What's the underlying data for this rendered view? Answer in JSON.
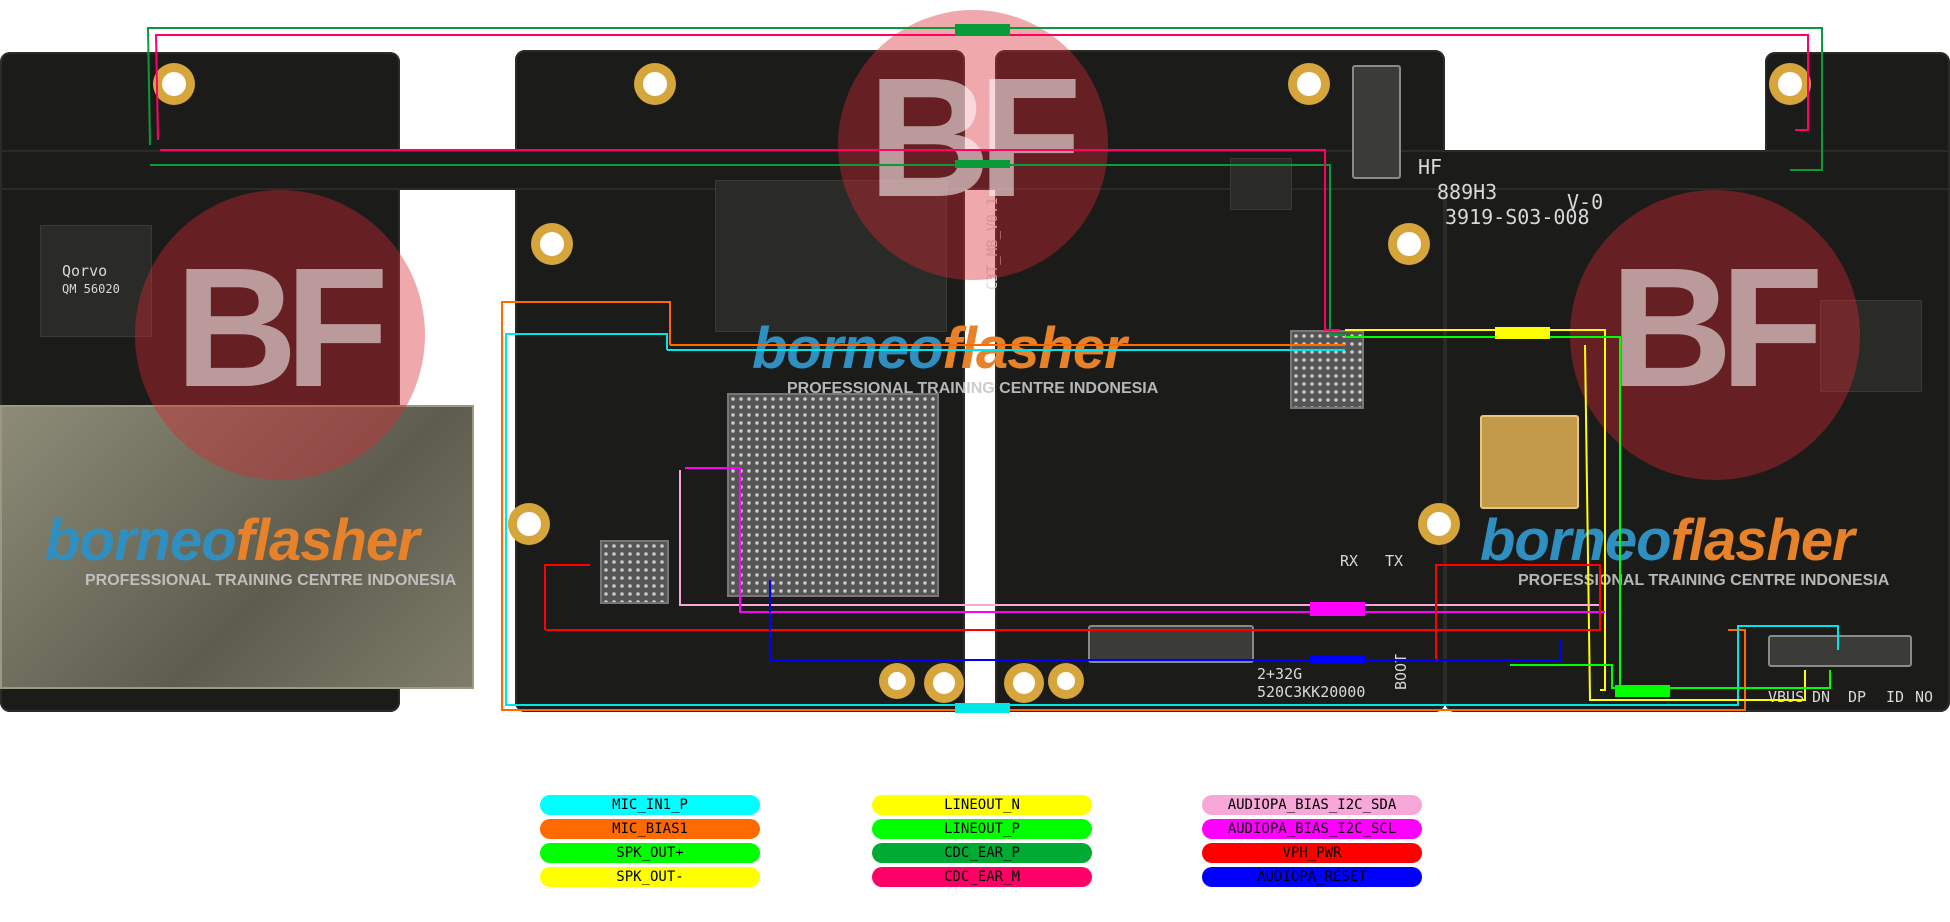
{
  "board": {
    "silkscreen": {
      "hf": "HF",
      "code1": "889H3",
      "code2": "V-0",
      "code3": "3919-S03-008",
      "model": "C3T_MB_V0.1",
      "mem": "2+32G",
      "serial": "520C3KK20000",
      "rx": "RX",
      "tx": "TX",
      "boot": "BOOT",
      "vbus": "VBUS",
      "dn": "DN",
      "dp": "DP",
      "id": "ID",
      "no": "NO",
      "chip_brand": "Qorvo",
      "chip_part": "QM 56020"
    }
  },
  "watermark": {
    "brand_a": "borneo",
    "brand_b": "flasher",
    "tagline": "PROFESSIONAL TRAINING CENTRE INDONESIA",
    "logo_glyph_a": "B",
    "logo_glyph_b": "F"
  },
  "nets": [
    {
      "name": "MIC_IN1_P",
      "color": "#00ffff"
    },
    {
      "name": "MIC_BIAS1",
      "color": "#ff6a00"
    },
    {
      "name": "SPK_OUT+",
      "color": "#00ff00"
    },
    {
      "name": "SPK_OUT-",
      "color": "#ffff00"
    },
    {
      "name": "LINEOUT_N",
      "color": "#ffff00"
    },
    {
      "name": "LINEOUT_P",
      "color": "#00ff00"
    },
    {
      "name": "CDC_EAR_P",
      "color": "#00aa33"
    },
    {
      "name": "CDC_EAR_M",
      "color": "#ff0066"
    },
    {
      "name": "AUDIOPA_BIAS_I2C_SDA",
      "color": "#f7a8d8"
    },
    {
      "name": "AUDIOPA_BIAS_I2C_SCL",
      "color": "#ff00ff"
    },
    {
      "name": "VPH_PWR",
      "color": "#ff0000"
    },
    {
      "name": "AUDIOPA_RESET",
      "color": "#0000ff"
    }
  ]
}
